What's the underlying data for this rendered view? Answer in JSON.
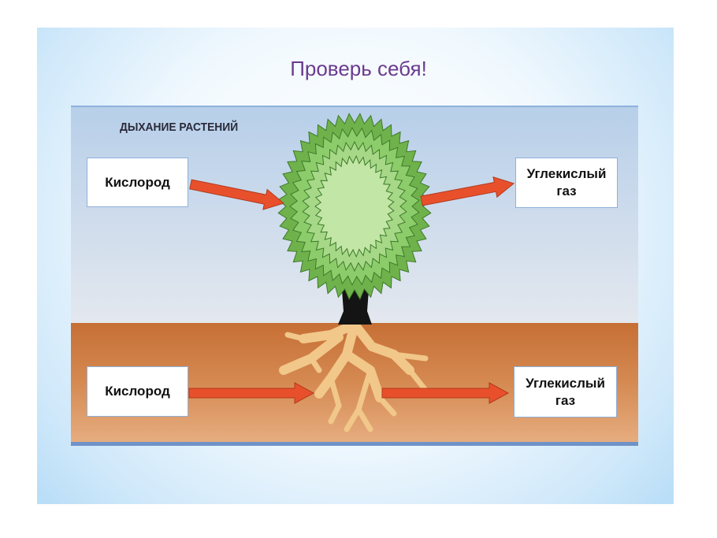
{
  "slide": {
    "title": "Проверь себя!"
  },
  "diagram": {
    "heading": "ДЫХАНИЕ РАСТЕНИЙ",
    "top_left_label": "Кислород",
    "top_right_label": "Углекислый газ",
    "bottom_left_label": "Кислород",
    "bottom_right_label": "Углекислый газ"
  },
  "colors": {
    "title": "#6b3a8f",
    "arrow": "#e8502c",
    "foliage": "#7cc05a",
    "soil": "#c9763d"
  }
}
